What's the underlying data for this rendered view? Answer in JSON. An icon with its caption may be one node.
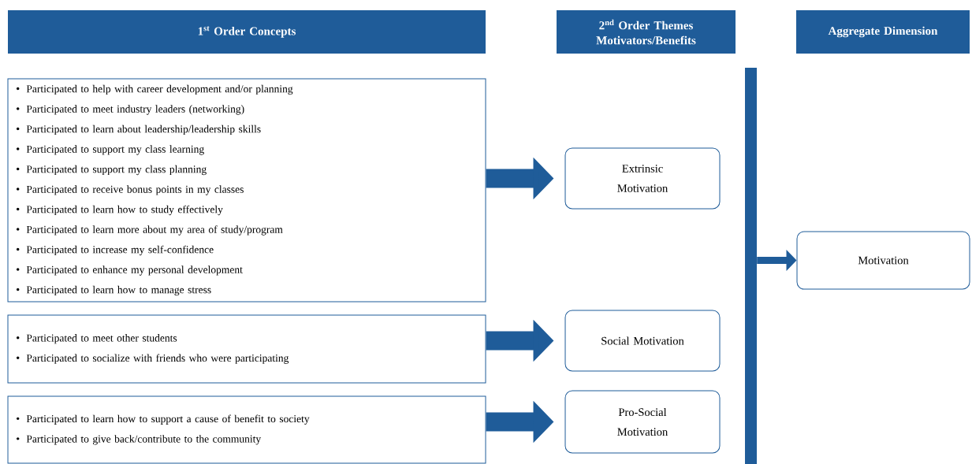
{
  "diagram": {
    "nodes": [
      {
        "text": [
          "1$^{st}$ Order Concepts"
        ]
      },
      {
        "text": [
          "2$^{nd}$ Order Themes Motivators/Benefits"
        ]
      },
      {
        "text": [
          "Aggregate Dimension"
        ]
      },
      {
        "text": [
          "Participated to help with career development and/or planning",
          "Participated to meet industry leaders (networking)",
          "Participated to learn about leadership/leadership skills",
          "Participated to support my class learning",
          "Participated to support my class planning",
          "Participated to receive bonus points in my classes",
          "Participated to learn how to study effectively",
          "Participated to learn more about my area of study/program",
          "Participated to increase my self-confidence",
          "Participated to enhance my personal development",
          "Participated to learn how to manage stress"
        ]
      },
      {
        "text": [
          "Participated to meet other students",
          "Participated to socialize with friends who were participating"
        ]
      },
      {
        "text": [
          "Participated to learn how to support a cause of benefit to society",
          "Participated to give back/contribute to the community"
        ]
      },
      {
        "text": [
          "Extrinsic Motivation"
        ]
      },
      {
        "text": [
          "Social Motivation"
        ]
      },
      {
        "text": [
          "Pro-Social Motivation"
        ]
      },
      {
        "text": [],
        "shape": "bar"
      },
      {
        "text": [
          "Motivation"
        ]
      }
    ],
    "edges": [
      {
        "from": 3,
        "to": 6,
        "arrow": "to"
      },
      {
        "from": 4,
        "to": 7,
        "arrow": "to"
      },
      {
        "from": 5,
        "to": 8,
        "arrow": "to"
      },
      {
        "from": 9,
        "to": 10,
        "arrow": "to"
      }
    ]
  }
}
